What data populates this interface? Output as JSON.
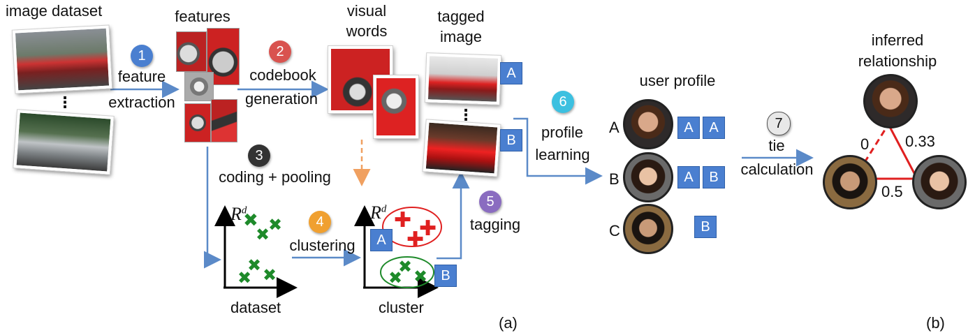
{
  "labels": {
    "image_dataset": "image dataset",
    "features": "features",
    "visual_words_1": "visual",
    "visual_words_2": "words",
    "tagged_image_1": "tagged",
    "tagged_image_2": "image",
    "user_profile": "user profile",
    "inferred_1": "inferred",
    "inferred_2": "relationship",
    "feature_1": "feature",
    "feature_2": "extraction",
    "codebook_1": "codebook",
    "codebook_2": "generation",
    "coding_pooling": "coding + pooling",
    "clustering": "clustering",
    "tagging": "tagging",
    "profile_1": "profile",
    "profile_2": "learning",
    "tie_1": "tie",
    "tie_2": "calculation",
    "dataset": "dataset",
    "cluster": "cluster",
    "axis": "R",
    "axis_sup": "d",
    "ellipsis": "⋮",
    "part_a": "(a)",
    "part_b": "(b)"
  },
  "steps": [
    "1",
    "2",
    "3",
    "4",
    "5",
    "6",
    "7"
  ],
  "step_colors": {
    "s1": "#4a7fd0",
    "s2": "#d9534f",
    "s3": "#333333",
    "s4": "#f0a030",
    "s5": "#8a6cc0",
    "s6": "#3cc0e0",
    "s7": "#e8e8e8"
  },
  "tags": {
    "a": "A",
    "b": "B"
  },
  "users": {
    "a": "A",
    "b": "B",
    "c": "C"
  },
  "weights": {
    "w_top_left": "0",
    "w_top_right": "0.33",
    "w_bottom": "0.5"
  },
  "colors": {
    "arrow": "#5b8ac8",
    "dashed_arrow": "#f0a060",
    "edge_red": "#e02020",
    "cross_green": "#1e8a2a",
    "cross_red": "#e02020"
  }
}
